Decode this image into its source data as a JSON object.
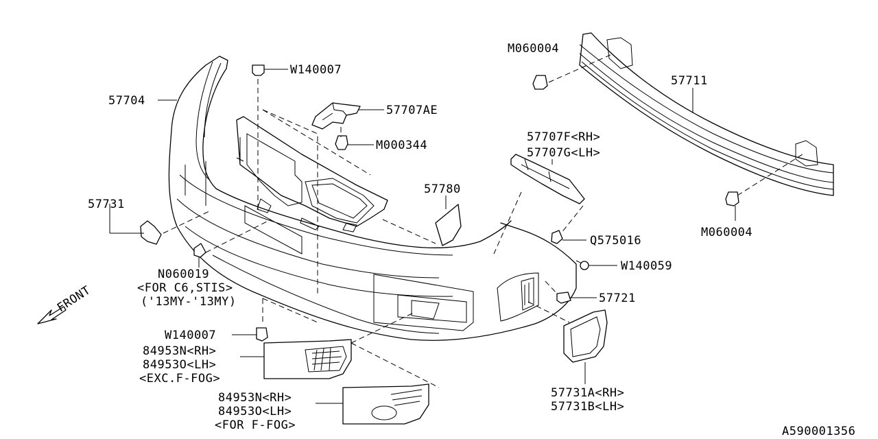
{
  "diagram_id": "A590001356",
  "front_indicator": "FRONT",
  "callouts": {
    "c57704": "57704",
    "w140007_top": "W140007",
    "c57707AE": "57707AE",
    "m000344": "M000344",
    "m060004_top": "M060004",
    "c57711": "57711",
    "c57707F": "57707F<RH>",
    "c57707G": "57707G<LH>",
    "c57780": "57780",
    "c57731": "57731",
    "m060004_bottom": "M060004",
    "q575016": "Q575016",
    "w140059": "W140059",
    "n060019": "N060019",
    "n060019_note1": "<FOR C6,STIS>",
    "n060019_note2": "('13MY-'13MY)",
    "c57721": "57721",
    "w140007_bottom": "W140007",
    "c84953N_a": "84953N<RH>",
    "c84953O_a": "84953O<LH>",
    "exc_ffog": "<EXC.F-FOG>",
    "c57731A": "57731A<RH>",
    "c57731B": "57731B<LH>",
    "c84953N_b": "84953N<RH>",
    "c84953O_b": "84953O<LH>",
    "for_ffog": "<FOR F-FOG>"
  }
}
